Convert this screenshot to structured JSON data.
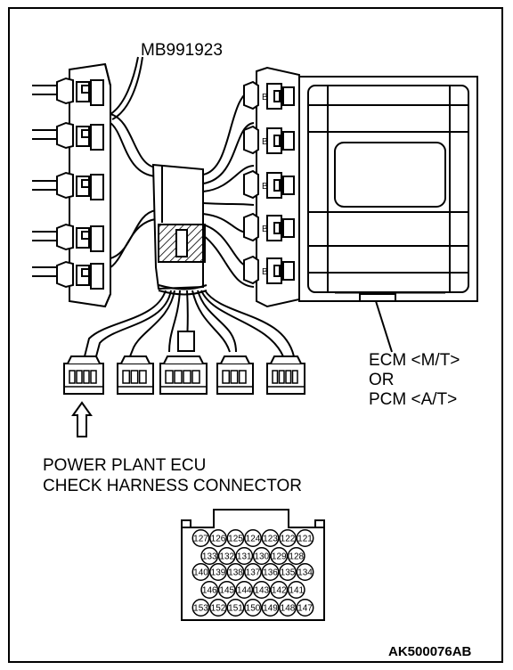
{
  "labels": {
    "tool": "MB991923",
    "ecu_line1": "ECM <M/T>",
    "ecu_line2": "OR",
    "ecu_line3": "PCM <A/T>",
    "connector_line1": "POWER PLANT ECU",
    "connector_line2": "CHECK HARNESS CONNECTOR",
    "figure_id": "AK500076AB",
    "tab_marker": "B"
  },
  "pinout": {
    "rows": [
      [
        "127",
        "126",
        "125",
        "124",
        "123",
        "122",
        "121"
      ],
      [
        "133",
        "132",
        "131",
        "130",
        "129",
        "128"
      ],
      [
        "140",
        "139",
        "138",
        "137",
        "136",
        "135",
        "134"
      ],
      [
        "146",
        "145",
        "144",
        "143",
        "142",
        "141"
      ],
      [
        "153",
        "152",
        "151",
        "150",
        "149",
        "148",
        "147"
      ]
    ]
  },
  "colors": {
    "line": "#000000",
    "background": "#ffffff"
  }
}
